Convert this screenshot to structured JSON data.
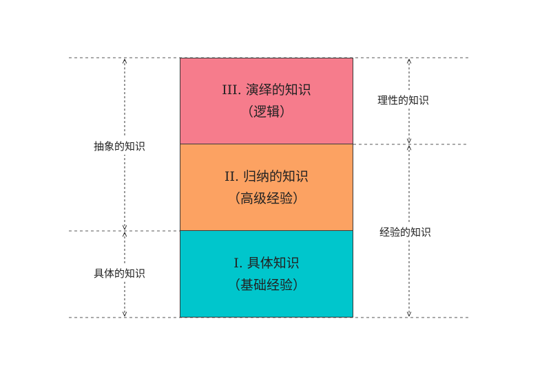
{
  "tiers": [
    {
      "numeral": "III.",
      "name": "演绎的知识",
      "sub": "（逻辑）",
      "color": "#f67c8c"
    },
    {
      "numeral": "II.",
      "name": "归纳的知识",
      "sub": "（高级经验）",
      "color": "#fca262"
    },
    {
      "numeral": "I.",
      "name": "具体知识",
      "sub": "（基础经验）",
      "color": "#00c6cc"
    }
  ],
  "left_labels": {
    "abstract": "抽象的知识",
    "concrete": "具体的知识"
  },
  "right_labels": {
    "rational": "理性的知识",
    "empirical": "经验的知识"
  }
}
